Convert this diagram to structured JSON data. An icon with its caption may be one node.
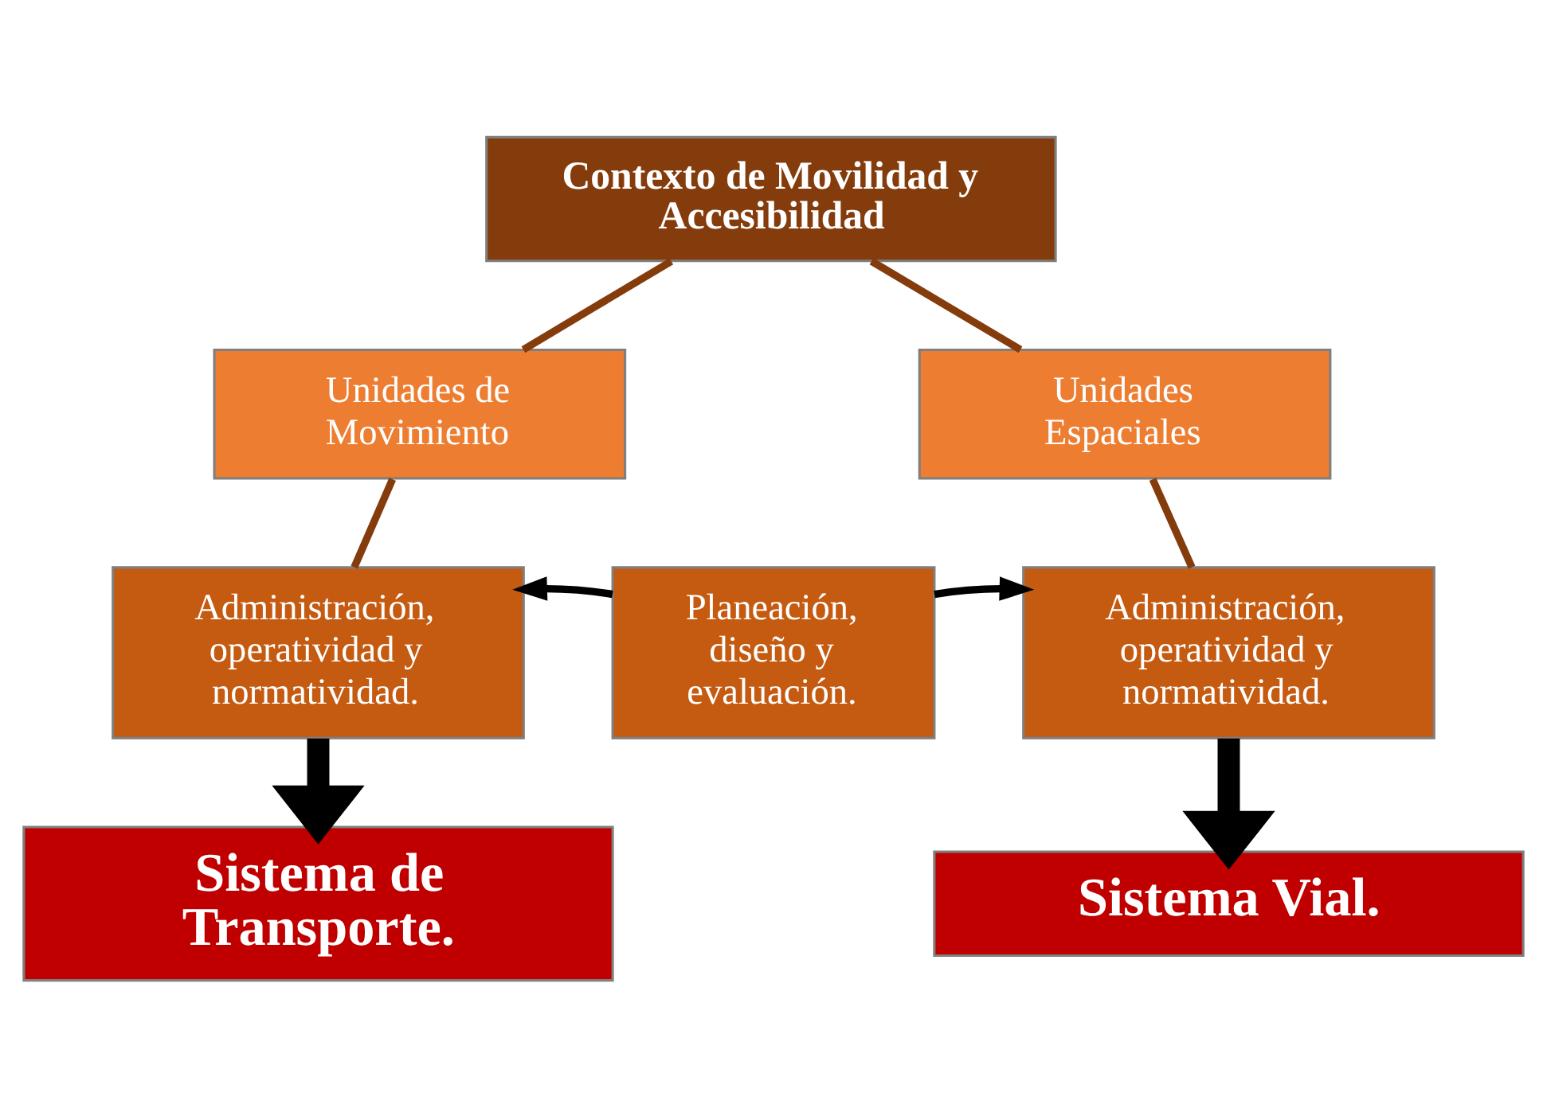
{
  "diagram": {
    "nodes": [
      {
        "text": [
          "Contexto de Movilidad y Accesibilidad"
        ]
      },
      {
        "text": [
          "Unidades de Movimiento"
        ]
      },
      {
        "text": [
          "Unidades Espaciales"
        ]
      },
      {
        "text": [
          "Administración, operatividad y normatividad."
        ]
      },
      {
        "text": [
          "Planeación, diseño y evaluación."
        ]
      },
      {
        "text": [
          "Administración, operatividad y normatividad."
        ]
      },
      {
        "text": [
          "Sistema de Transporte."
        ]
      },
      {
        "text": [
          "Sistema Vial."
        ]
      }
    ],
    "edges": [
      {
        "from": 0,
        "to": 1,
        "arrow": "none",
        "color": "#843c0c"
      },
      {
        "from": 0,
        "to": 2,
        "arrow": "none",
        "color": "#843c0c"
      },
      {
        "from": 1,
        "to": 3,
        "arrow": "none",
        "color": "#843c0c"
      },
      {
        "from": 2,
        "to": 5,
        "arrow": "none",
        "color": "#843c0c"
      },
      {
        "from": 4,
        "to": 3,
        "arrow": "to",
        "color": "#000000"
      },
      {
        "from": 4,
        "to": 5,
        "arrow": "to",
        "color": "#000000"
      },
      {
        "from": 3,
        "to": 6,
        "arrow": "to",
        "style": "thick",
        "color": "#000000"
      },
      {
        "from": 5,
        "to": 7,
        "arrow": "to",
        "style": "thick",
        "color": "#000000"
      }
    ]
  }
}
